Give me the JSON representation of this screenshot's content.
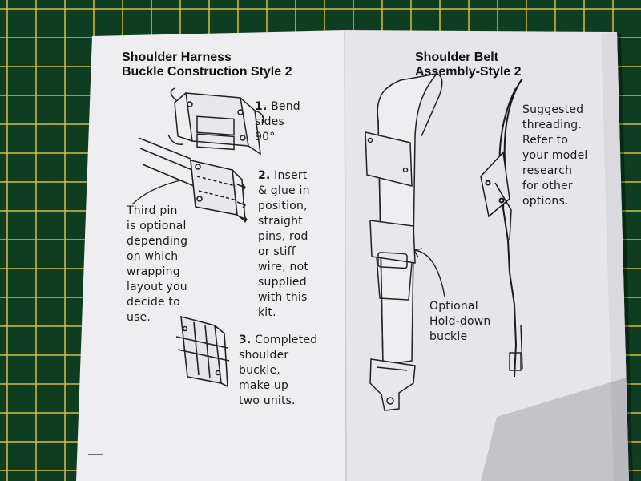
{
  "left_panel": {
    "title": "Shoulder Harness\nBuckle Construction  Style 2",
    "step1_num": "1.",
    "step1_text": " Bend\nsides\n90°",
    "step2_num": "2.",
    "step2_text": " Insert\n& glue in\nposition,\nstraight\npins, rod\nor stiff\nwire, not\nsupplied\nwith this\nkit.",
    "third_pin_note": "Third pin\nis optional\ndepending\non which\nwrapping\nlayout you\ndecide to\nuse.",
    "step3_num": "3.",
    "step3_text": " Completed\nshoulder\nbuckle,\nmake up\ntwo units."
  },
  "right_panel": {
    "title": "Shoulder Belt\nAssembly-Style 2",
    "threading_note": "Suggested\nthreading.\nRefer to\nyour model\nresearch\nfor other\noptions.",
    "holddown_note": "Optional\nHold-down\nbuckle"
  },
  "colors": {
    "mat": "#0f3d22",
    "grid_lines": "#d6be46",
    "paper": "#eeeef0",
    "ink": "#1b1b1b"
  }
}
